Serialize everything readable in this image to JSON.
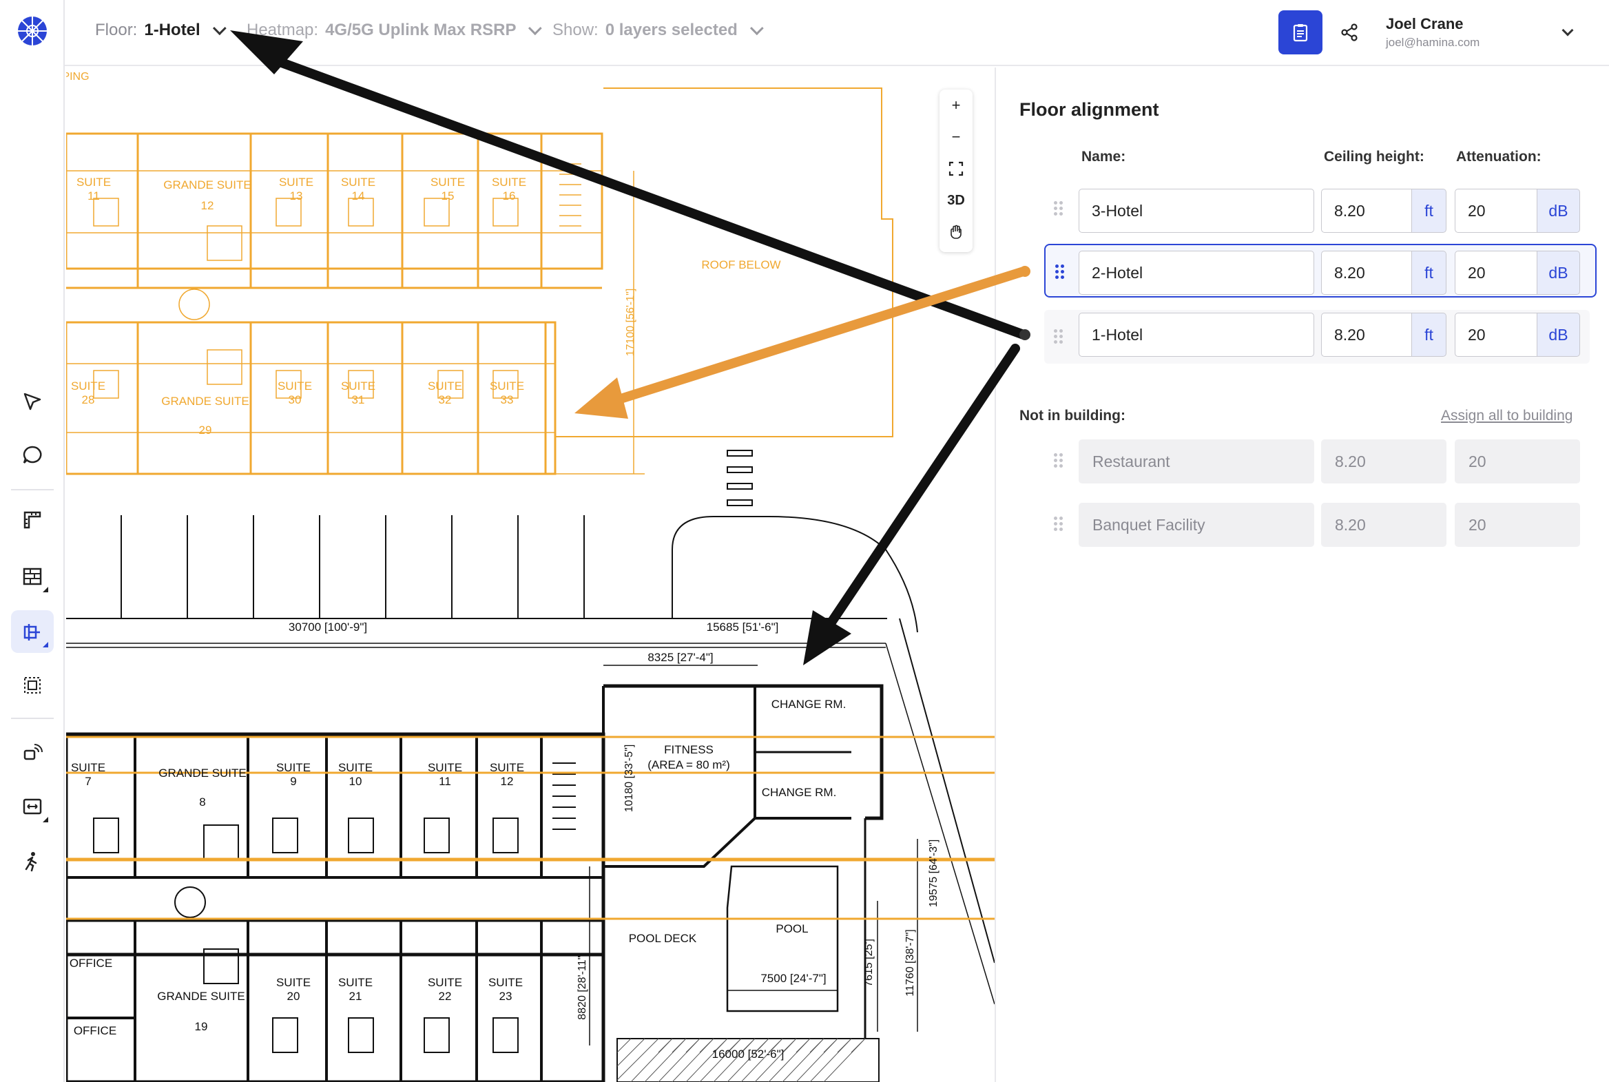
{
  "topbar": {
    "floor_label": "Floor:",
    "floor_value": "1-Hotel",
    "heatmap_label": "Heatmap:",
    "heatmap_value": "4G/5G Uplink Max RSRP",
    "show_label": "Show:",
    "show_value": "0 layers selected"
  },
  "user": {
    "name": "Joel Crane",
    "email": "joel@hamina.com"
  },
  "zoom": {
    "plus": "+",
    "minus": "−",
    "mode_3d": "3D"
  },
  "panel": {
    "title": "Floor alignment",
    "col_name": "Name:",
    "col_ceiling": "Ceiling height:",
    "col_attenuation": "Attenuation:",
    "floors": [
      {
        "name": "3-Hotel",
        "ceiling": "8.20",
        "ceiling_unit": "ft",
        "attenuation": "20",
        "attenuation_unit": "dB",
        "selected": false
      },
      {
        "name": "2-Hotel",
        "ceiling": "8.20",
        "ceiling_unit": "ft",
        "attenuation": "20",
        "attenuation_unit": "dB",
        "selected": true
      },
      {
        "name": "1-Hotel",
        "ceiling": "8.20",
        "ceiling_unit": "ft",
        "attenuation": "20",
        "attenuation_unit": "dB",
        "selected": false
      }
    ],
    "not_in_building_label": "Not in building:",
    "assign_all_label": "Assign all to building",
    "not_in_building": [
      {
        "name": "Restaurant",
        "ceiling": "8.20",
        "attenuation": "20"
      },
      {
        "name": "Banquet Facility",
        "ceiling": "8.20",
        "attenuation": "20"
      }
    ]
  },
  "plan_labels": {
    "upper": [
      {
        "text": "SUITE",
        "num": "11"
      },
      {
        "text": "GRANDE SUITE",
        "num": "12"
      },
      {
        "text": "SUITE",
        "num": "13"
      },
      {
        "text": "SUITE",
        "num": "14"
      },
      {
        "text": "SUITE",
        "num": "15"
      },
      {
        "text": "SUITE",
        "num": "16"
      },
      {
        "text": "SUITE",
        "num": "28"
      },
      {
        "text": "GRANDE SUITE",
        "num": "29"
      },
      {
        "text": "SUITE",
        "num": "30"
      },
      {
        "text": "SUITE",
        "num": "31"
      },
      {
        "text": "SUITE",
        "num": "32"
      },
      {
        "text": "SUITE",
        "num": "33"
      }
    ],
    "roof_below": "ROOF BELOW",
    "dim_17100": "17100 [56'-1\"]",
    "ping": "PING",
    "dim_30700": "30700 [100'-9\"]",
    "dim_15685": "15685 [51'-6\"]",
    "dim_8325": "8325 [27'-4\"]",
    "change_rm": "CHANGE RM.",
    "fitness": "FITNESS",
    "fitness_area": "(AREA = 80 m²)",
    "dim_10180": "10180 [33'-5\"]",
    "dim_19575": "19575 [64'-3\"]",
    "dim_11760": "11760 [38'-7\"]",
    "dim_7615": "7615 [25']",
    "dim_8820": "8820 [28'-11\"]",
    "dim_7500": "7500 [24'-7\"]",
    "dim_16000": "16000 [52'-6\"]",
    "pool_deck": "POOL DECK",
    "pool": "POOL",
    "office": "OFFICE",
    "lower": [
      {
        "text": "SUITE",
        "num": "7"
      },
      {
        "text": "GRANDE SUITE",
        "num": "8"
      },
      {
        "text": "SUITE",
        "num": "9"
      },
      {
        "text": "SUITE",
        "num": "10"
      },
      {
        "text": "SUITE",
        "num": "11"
      },
      {
        "text": "SUITE",
        "num": "12"
      },
      {
        "text": "GRANDE SUITE",
        "num": "19"
      },
      {
        "text": "SUITE",
        "num": "20"
      },
      {
        "text": "SUITE",
        "num": "21"
      },
      {
        "text": "SUITE",
        "num": "22"
      },
      {
        "text": "SUITE",
        "num": "23"
      }
    ]
  },
  "colors": {
    "accent": "#2b45d6",
    "overlay_plan": "#f0a830",
    "arrow_orange": "#e89a3c",
    "arrow_black": "#111111"
  }
}
